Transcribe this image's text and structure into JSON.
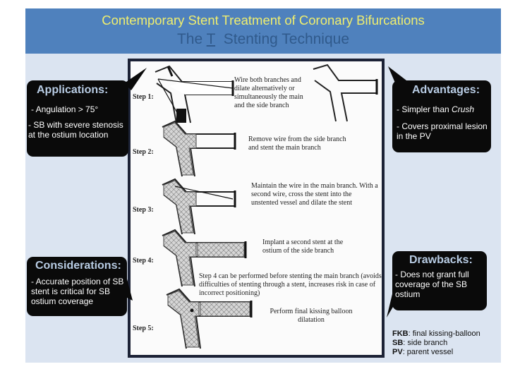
{
  "title": {
    "line1": "Contemporary Stent Treatment of Coronary Bifurcations",
    "line2_prefix": "The ",
    "line2_letter": "T",
    "line2_suffix": "  Stenting Technique"
  },
  "applications": {
    "title": "Applications:",
    "items": [
      "- Angulation > 75°",
      "- SB with severe stenosis at the ostium location"
    ]
  },
  "advantages": {
    "title": "Advantages:",
    "item1_prefix": "- Simpler than ",
    "item1_em": "Crush",
    "item2": "- Covers proximal lesion in the PV"
  },
  "considerations": {
    "title": "Considerations:",
    "body": "- Accurate position of SB stent is critical for SB ostium coverage"
  },
  "drawbacks": {
    "title": "Drawbacks:",
    "body": "- Does not grant full coverage of the SB ostium"
  },
  "steps": [
    {
      "label": "Step 1:",
      "text": "Wire both branches and dilate alternatively or simultaneously the main and the side branch"
    },
    {
      "label": "Step 2:",
      "text": "Remove wire from the side branch and stent the main branch"
    },
    {
      "label": "Step 3:",
      "text": "Maintain the wire in the main branch. With a second wire, cross the stent into the unstented vessel and dilate the stent"
    },
    {
      "label": "Step 4:",
      "text": "Implant a second stent at the ostium of the side branch"
    },
    {
      "label": "Step 5:",
      "text": "Perform final kissing balloon dilatation"
    }
  ],
  "note": "Step 4 can be performed before stenting the main branch (avoids difficulties of stenting through a stent, increases risk in case of incorrect positioning)",
  "legend": [
    {
      "abbr": "FKB",
      "text": ": final kissing-balloon"
    },
    {
      "abbr": "SB",
      "text": ": side branch"
    },
    {
      "abbr": "PV",
      "text": ": parent vessel"
    }
  ]
}
